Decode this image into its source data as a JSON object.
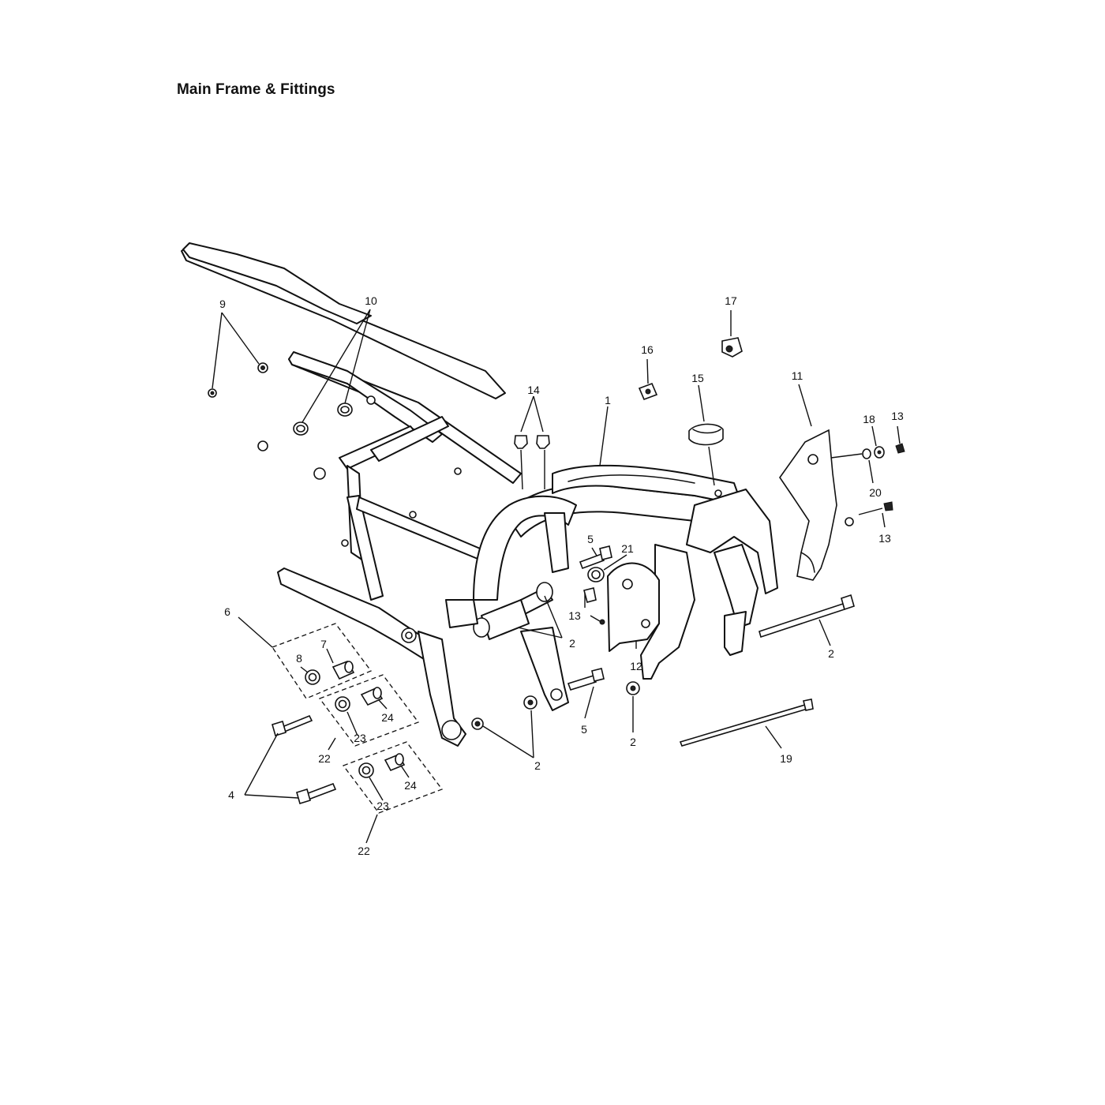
{
  "title": "Main Frame & Fittings",
  "callouts": {
    "c1": "1",
    "c2a": "2",
    "c2b": "2",
    "c2c": "2",
    "c2d": "2",
    "c4": "4",
    "c5a": "5",
    "c5b": "5",
    "c6": "6",
    "c7": "7",
    "c8": "8",
    "c9": "9",
    "c10": "10",
    "c11": "11",
    "c12": "12",
    "c13a": "13",
    "c13b": "13",
    "c13c": "13",
    "c14": "14",
    "c15": "15",
    "c16": "16",
    "c17": "17",
    "c18": "18",
    "c19": "19",
    "c20": "20",
    "c21": "21",
    "c22a": "22",
    "c22b": "22",
    "c23a": "23",
    "c23b": "23",
    "c24a": "24",
    "c24b": "24"
  }
}
